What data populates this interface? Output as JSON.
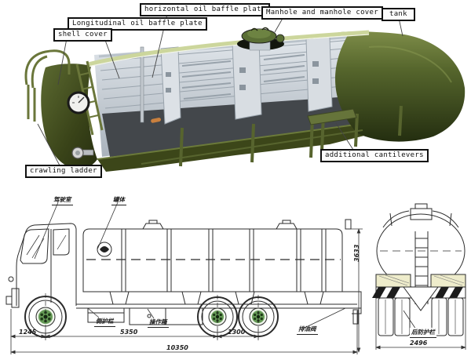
{
  "cutaway_labels": {
    "shell_cover": "shell cover",
    "longitudinal_baffle": "Longitudinal oil baffle plate",
    "horizontal_baffle": "horizontal oil baffle plate",
    "manhole": "Manhole and manhole cover",
    "tank": "tank",
    "crawling_ladder": "crawling ladder",
    "additional_cantilevers": "additional cantilevers"
  },
  "side_view": {
    "part_labels": {
      "cab": "驾驶室",
      "tank_body": "罐体",
      "side_rail": "侧护栏",
      "toolbox": "操作箱",
      "drain_valve": "排油阀"
    },
    "dimensions": {
      "front_overhang": "1245",
      "wheelbase": "5350",
      "rear_axle_spacing": "1300",
      "overall_length": "10350",
      "overall_height": "3633"
    }
  },
  "rear_view": {
    "part_labels": {
      "rear_guard": "后防护栏"
    },
    "dimensions": {
      "overall_width": "2496"
    }
  },
  "colors": {
    "tank_olive": "#4d5c26",
    "tank_olive_dark": "#2a3312",
    "rim_green": "#ccd69c",
    "interior_gray": "#c9d0d8",
    "interior_floor": "#43474b",
    "hub_green": "#4c8a3c",
    "mudguard_tint": "#eeeccb",
    "line_color": "#2b2b2b"
  }
}
